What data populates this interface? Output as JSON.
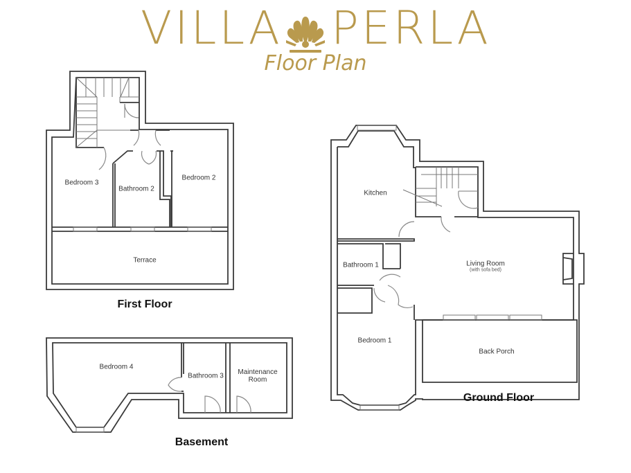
{
  "header": {
    "brand_left": "VILLA",
    "brand_right": "PERLA",
    "logo_icon": "shell-icon",
    "subtitle": "Floor Plan",
    "brand_color": "#b99a4e"
  },
  "floors": {
    "first_floor": {
      "title": "First Floor",
      "rooms": {
        "bedroom3": "Bedroom 3",
        "bathroom2": "Bathroom 2",
        "bedroom2": "Bedroom 2",
        "terrace": "Terrace"
      }
    },
    "basement": {
      "title": "Basement",
      "rooms": {
        "bedroom4": "Bedroom 4",
        "bathroom3": "Bathroom 3",
        "maintenance_line1": "Maintenance",
        "maintenance_line2": "Room"
      }
    },
    "ground_floor": {
      "title": "Ground Floor",
      "rooms": {
        "kitchen": "Kitchen",
        "bathroom1": "Bathroom 1",
        "living_room": "Living Room",
        "living_room_note": "(with sofa bed)",
        "bedroom1": "Bedroom 1",
        "back_porch": "Back Porch"
      }
    }
  },
  "colors": {
    "wall": "#3a3a3a",
    "door": "#8a8a8a",
    "text": "#333333"
  }
}
